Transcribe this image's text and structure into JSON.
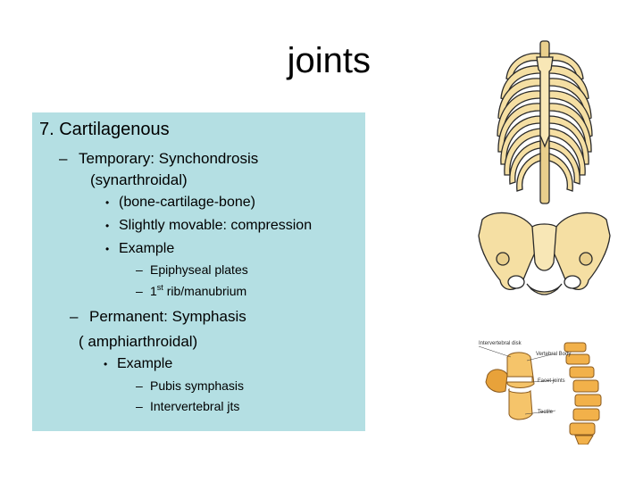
{
  "title": "joints",
  "content": {
    "heading": "7. Cartilagenous",
    "temporary_line1": "Temporary: Synchondrosis",
    "temporary_line2": "(synarthroidal)",
    "temp_bullets": [
      "(bone-cartilage-bone)",
      "Slightly movable: compression",
      "Example"
    ],
    "temp_examples": {
      "first": "Epiphyseal plates",
      "second_prefix": "1",
      "second_sup": "st",
      "second_rest": " rib/manubrium"
    },
    "permanent_line1": "Permanent: Symphasis",
    "permanent_line2": "( amphiarthroidal)",
    "perm_bullet": "Example",
    "perm_examples": [
      "Pubis symphasis",
      "Intervertebral jts"
    ]
  },
  "spine_labels": {
    "top_left": "Intervertebral disk",
    "body": "Vertebral Body",
    "facet": "Facet joints",
    "bottom": "Tectile"
  },
  "bullets": {
    "dash": "–",
    "dot": "•"
  },
  "colors": {
    "box": "#b4dfe3",
    "bone": "#f5dfa3",
    "bone_outline": "#2a2a2a"
  }
}
